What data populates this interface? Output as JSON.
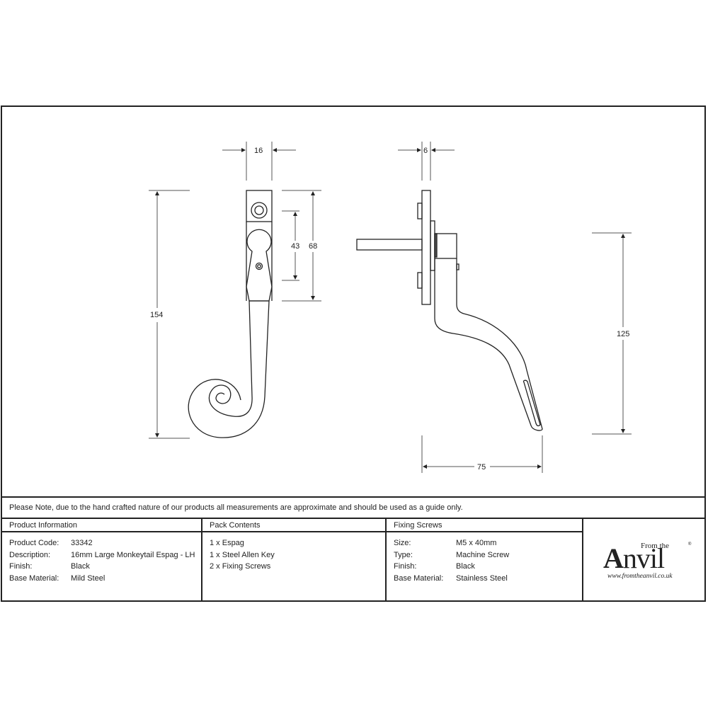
{
  "drawing": {
    "front_view": {
      "dimensions": {
        "width": "16",
        "overall_height": "154",
        "keep_height": "68",
        "hole_spacing": "43"
      }
    },
    "side_view": {
      "dimensions": {
        "plate_thickness": "6",
        "drop_height": "125",
        "projection": "75"
      }
    }
  },
  "note": "Please Note, due to the hand crafted nature of our products all measurements are approximate and should be used as a guide only.",
  "product_info": {
    "heading": "Product Information",
    "rows": [
      {
        "label": "Product Code:",
        "value": "33342"
      },
      {
        "label": "Description:",
        "value": "16mm Large Monkeytail Espag - LH"
      },
      {
        "label": "Finish:",
        "value": "Black"
      },
      {
        "label": "Base Material:",
        "value": "Mild Steel"
      }
    ]
  },
  "pack_contents": {
    "heading": "Pack Contents",
    "items": [
      "1 x Espag",
      "1 x Steel Allen Key",
      "2 x Fixing Screws"
    ]
  },
  "fixing_screws": {
    "heading": "Fixing Screws",
    "rows": [
      {
        "label": "Size:",
        "value": "M5 x 40mm"
      },
      {
        "label": "Type:",
        "value": "Machine Screw"
      },
      {
        "label": "Finish:",
        "value": "Black"
      },
      {
        "label": "Base Material:",
        "value": "Stainless Steel"
      }
    ]
  },
  "logo": {
    "top_text": "From the",
    "main_first": "A",
    "main_rest": "nvil",
    "registered": "®",
    "url": "www.fromtheanvil.co.uk"
  },
  "colors": {
    "line": "#222222",
    "dim_line": "#555555",
    "background": "#ffffff"
  }
}
